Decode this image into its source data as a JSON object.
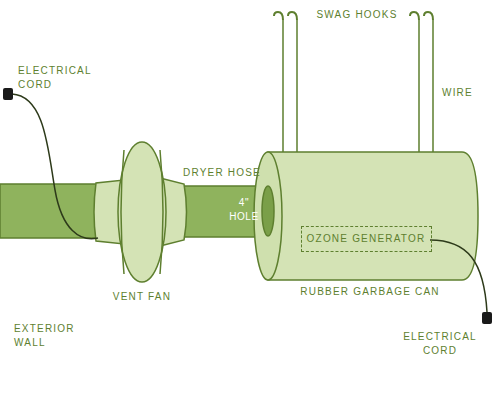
{
  "diagram": {
    "nodes": [
      {
        "text": [
          "OZONE GENERATOR"
        ]
      }
    ],
    "labels": [
      "SWAG HOOKS",
      "ELECTRICAL CORD",
      "WIRE",
      "DRYER HOSE",
      "4\" HOLE",
      "RUBBER GARBAGE CAN",
      "VENT FAN",
      "EXTERIOR WALL",
      "ELECTRICAL CORD"
    ]
  }
}
